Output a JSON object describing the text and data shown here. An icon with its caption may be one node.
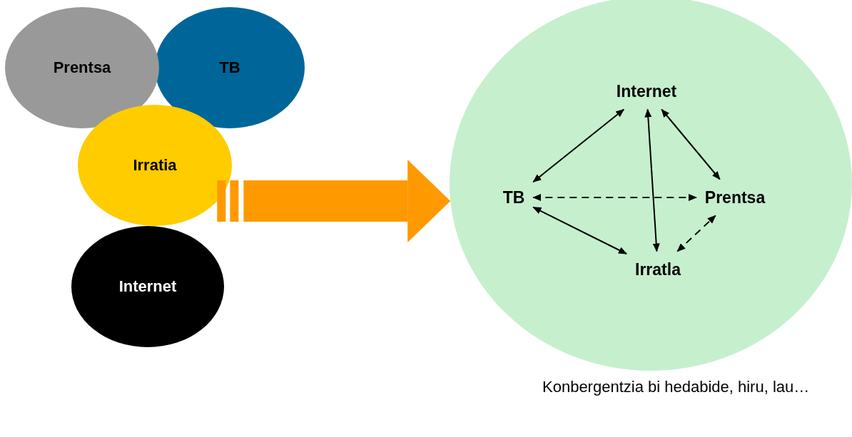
{
  "diagram": {
    "caption": "Konbergentzia bi hedabide, hiru, lau…",
    "nodes": [
      {
        "text": [
          "Prentsa"
        ]
      },
      {
        "text": [
          "TB"
        ]
      },
      {
        "text": [
          "Irratia"
        ]
      },
      {
        "text": [
          "Internet"
        ]
      },
      {
        "text": [],
        "shape": "circle"
      },
      {
        "text": [
          "Internet"
        ],
        "in": 4
      },
      {
        "text": [
          "TB"
        ],
        "in": 4
      },
      {
        "text": [
          "Prentsa"
        ],
        "in": 4
      },
      {
        "text": [
          "Irratla"
        ],
        "in": 4
      }
    ],
    "edges": [
      {
        "from": 2,
        "to": 4,
        "arrow": "to",
        "style": "thick",
        "color": "#ff9900"
      },
      {
        "from": 6,
        "to": 5,
        "arrow": "both"
      },
      {
        "from": 5,
        "to": 7,
        "arrow": "both"
      },
      {
        "from": 6,
        "to": 8,
        "arrow": "both"
      },
      {
        "from": 5,
        "to": 8,
        "arrow": "both"
      },
      {
        "from": 6,
        "to": 7,
        "arrow": "both",
        "style": "dashed"
      },
      {
        "from": 8,
        "to": 7,
        "arrow": "both",
        "style": "dashed"
      }
    ]
  }
}
